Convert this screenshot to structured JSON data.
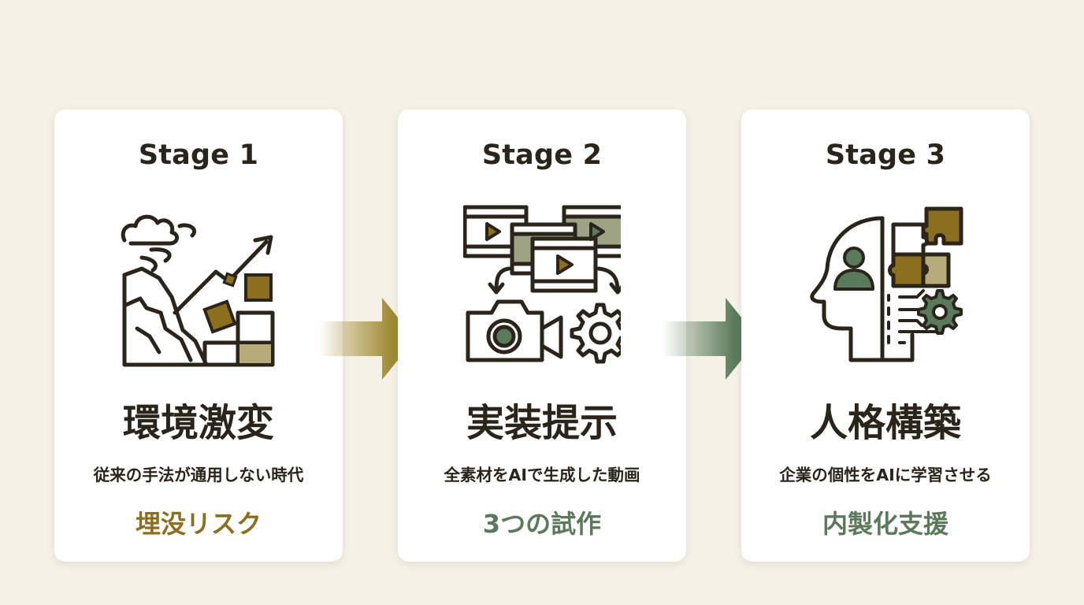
{
  "colors": {
    "background": "#f5f1e6",
    "card": "#ffffff",
    "ink": "#2b241b",
    "gold": "#8c6f1e",
    "gold_light": "#b7aa7b",
    "green": "#5b7a5c",
    "olive": "#9fa385"
  },
  "stages": [
    {
      "label": "Stage 1",
      "icon": "disruption-growth-icon",
      "title": "環境激変",
      "description": "従来の手法が通用しない時代",
      "keyword": "埋没リスク",
      "keyword_color": "#8c6f1e"
    },
    {
      "label": "Stage 2",
      "icon": "video-production-icon",
      "title": "実装提示",
      "description": "全素材をAIで生成した動画",
      "keyword": "3つの試作",
      "keyword_color": "#5b7a5c"
    },
    {
      "label": "Stage 3",
      "icon": "ai-persona-icon",
      "title": "人格構築",
      "description": "企業の個性をAIに学習させる",
      "keyword": "内製化支援",
      "keyword_color": "#5b7a5c"
    }
  ],
  "connectors": [
    {
      "icon": "arrow-right-icon",
      "color": "#a08a35"
    },
    {
      "icon": "arrow-right-icon",
      "color": "#5b7a5c"
    }
  ]
}
